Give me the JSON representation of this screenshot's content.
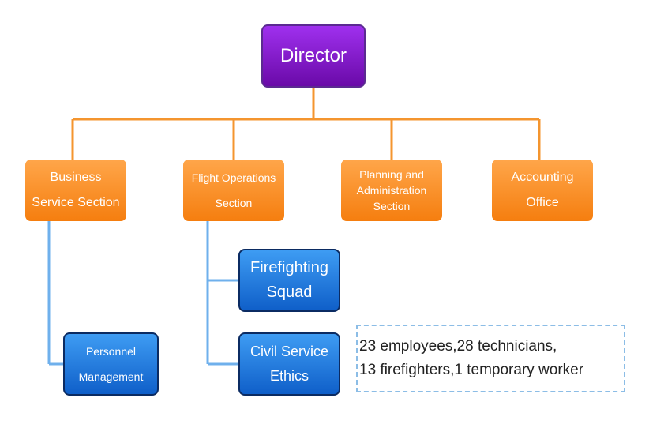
{
  "colors": {
    "director": "#7b18c4",
    "section": "#fb8c24",
    "unit": "#2479de",
    "orange_line": "#f4952f",
    "blue_line": "#6fb0ec",
    "note_border": "#8cbde6"
  },
  "director": {
    "label": "Director"
  },
  "sections": [
    {
      "line1": "Business",
      "line2": "Service Section"
    },
    {
      "line1": "Flight Operations",
      "line2": "Section"
    },
    {
      "line1": "Planning and",
      "line2": "Administration",
      "line3": "Section"
    },
    {
      "line1": "Accounting",
      "line2": "Office"
    }
  ],
  "units": {
    "firefighting": {
      "line1": "Firefighting",
      "line2": "Squad"
    },
    "civil": {
      "line1": "Civil Service",
      "line2": "Ethics"
    },
    "personnel": {
      "line1": "Personnel",
      "line2": "Management"
    }
  },
  "note": {
    "line1": "23 employees,28 technicians,",
    "line2": "13 firefighters,1 temporary worker"
  }
}
